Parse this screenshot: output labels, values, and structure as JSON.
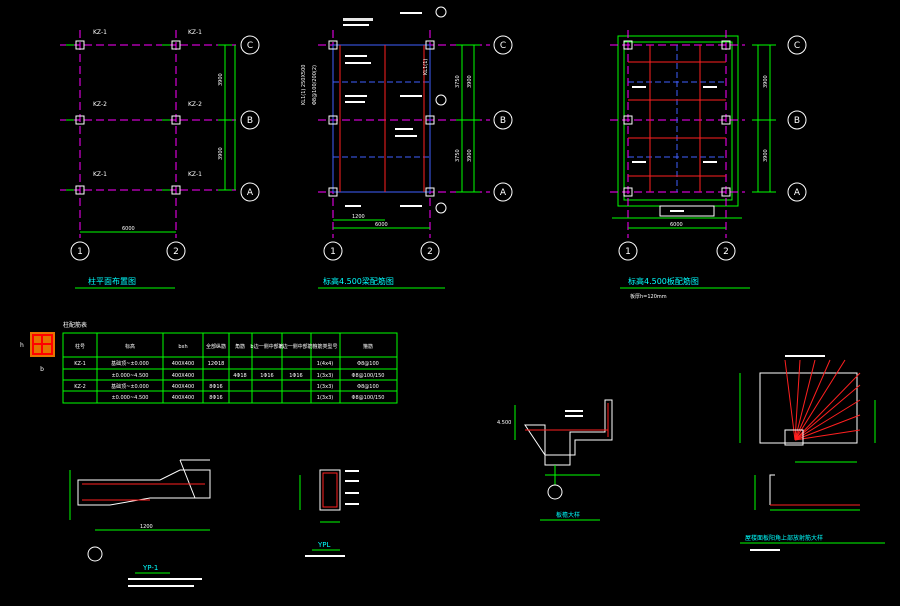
{
  "drawing": {
    "colors": {
      "background": "#000000",
      "grid": "#ff00ff",
      "dim": "#00ff00",
      "text": "#ffffff",
      "rebar": "#ff2020",
      "beam": "#4060ff",
      "title": "#00ffff",
      "column": "#ffffff"
    },
    "axes": {
      "rows": [
        "C",
        "B",
        "A"
      ],
      "cols": [
        "1",
        "2"
      ]
    },
    "titles": {
      "plan1": "柱平面布置图",
      "plan2": "标高4.500梁配筋图",
      "plan3": "标高4.500板配筋图",
      "plan3_note": "板厚h=120mm",
      "table": "柱配筋表",
      "yp1": "YP-1",
      "ypl": "YPL",
      "detail1": "板檐大样",
      "detail2": "屋楼面板阳角上部放射筋大样"
    },
    "dims": {
      "span_x": "6000",
      "span_y1": "3900",
      "span_y2": "3900",
      "beam_y1": "3750",
      "beam_y2": "3750",
      "beam_x_left": "1200",
      "yp1_len": "1200"
    },
    "column_labels": [
      "KZ-1",
      "KZ-1",
      "KZ-2",
      "KZ-2",
      "KZ-1",
      "KZ-1"
    ],
    "table": {
      "headers": [
        "柱号",
        "标高",
        "bxh",
        "全部纵筋",
        "角筋",
        "b边一侧中部筋",
        "h边一侧中部筋",
        "箍筋类型号",
        "箍筋"
      ],
      "rows": [
        [
          "KZ-1",
          "基础顶~±0.000",
          "400X400",
          "12Φ18",
          "",
          "",
          "",
          "1(4x4)",
          "Φ8@100"
        ],
        [
          "",
          "±0.000~4.500",
          "400X400",
          "",
          "4Φ18",
          "1Φ16",
          "1Φ16",
          "1(3x3)",
          "Φ8@100/150"
        ],
        [
          "KZ-2",
          "基础顶~±0.000",
          "400X400",
          "8Φ16",
          "",
          "",
          "",
          "1(3x3)",
          "Φ8@100"
        ],
        [
          "",
          "±0.000~4.500",
          "400X400",
          "8Φ16",
          "",
          "",
          "",
          "1(3x3)",
          "Φ8@100/150"
        ]
      ]
    },
    "section_labels": {
      "b": "b",
      "h": "h"
    },
    "elev_label": "4.500"
  }
}
